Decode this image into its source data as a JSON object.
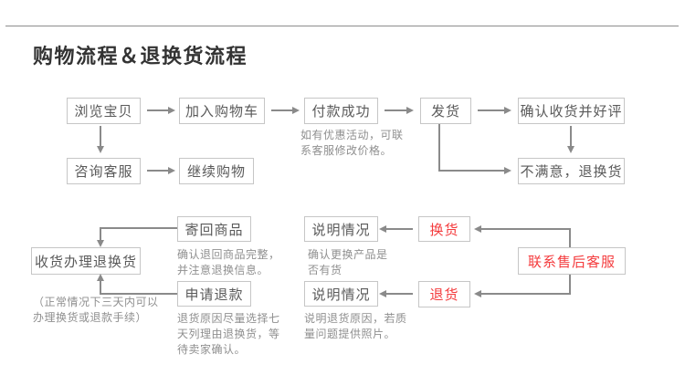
{
  "page": {
    "title": "购物流程＆退换货流程"
  },
  "flow": {
    "nodes": {
      "browse": "浏览宝贝",
      "add_cart": "加入购物车",
      "pay": "付款成功",
      "ship": "发货",
      "confirm_receipt": "确认收货并好评",
      "consult_service": "咨询客服",
      "continue_shopping": "继续购物",
      "unsatisfied": "不满意，退换货",
      "send_back": "寄回商品",
      "explain_exchange": "说明情况",
      "exchange": "换货",
      "contact_after_sale": "联系售后客服",
      "receive_handle": "收货办理退换货",
      "apply_refund": "申请退款",
      "explain_return": "说明情况",
      "return_goods": "退货"
    },
    "notes": {
      "pay_note": "如有优惠活动，可联系客服修改价格。",
      "send_back_note": "确认退回商品完整，并注意退换信息。",
      "exchange_note": "确认更换产品是否有货",
      "left_note": "（正常情况下三天内可以办理换货或退款手续）",
      "refund_note": "退货原因尽量选择七天列理由退换货，等待卖家确认。",
      "return_note": "说明退货原因，若质量问题提供照片。"
    },
    "colors": {
      "accent_red": "#f43b3d",
      "box_border": "#c6c6c6",
      "arrow_gray": "#8a8a8a",
      "title_color": "#333333",
      "note_gray": "#8f8f8f"
    }
  }
}
